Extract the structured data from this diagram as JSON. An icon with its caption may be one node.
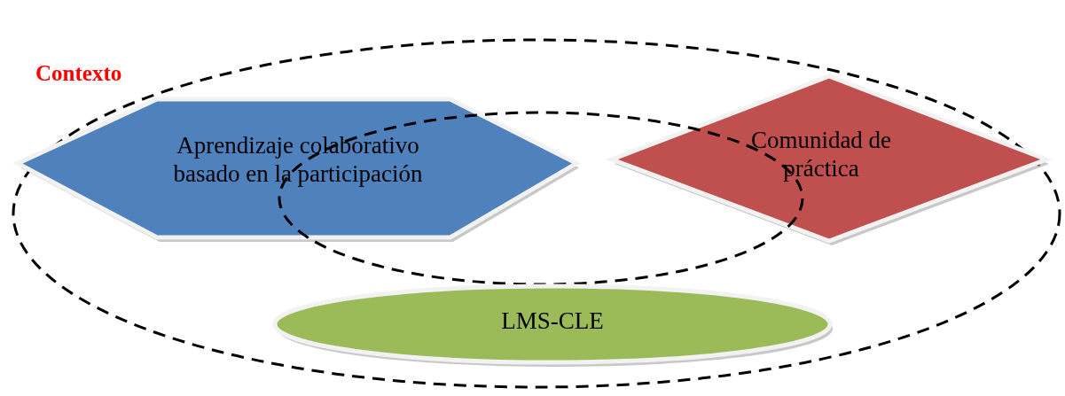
{
  "diagram": {
    "nodes": [
      {
        "text": [
          "Contexto"
        ]
      },
      {
        "text": [
          "Aprendizaje colaborativo basado en la participación"
        ],
        "in": 0
      },
      {
        "text": [
          "Comunidad de práctica"
        ],
        "in": 0
      },
      {
        "text": [],
        "shape": "ellipse",
        "in": 0
      },
      {
        "text": [
          "LMS-CLE"
        ],
        "in": 0
      }
    ]
  }
}
